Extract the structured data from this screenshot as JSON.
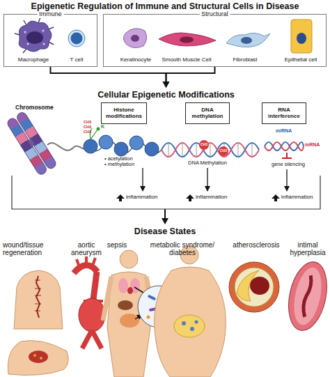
{
  "diagram": {
    "title": "Epigenetic Regulation of Immune and Structural Cells in Disease",
    "nodes": [
      {
        "text": [
          "Immune"
        ]
      },
      {
        "text": [
          "Structural"
        ]
      },
      {
        "text": [
          "Cellular Epigenetic Modifications"
        ]
      },
      {
        "text": [
          "Histone modifications"
        ],
        "in": 2
      },
      {
        "text": [
          "DNA methylation"
        ],
        "in": 2
      },
      {
        "text": [
          "RNA interference"
        ],
        "in": 2
      },
      {
        "text": [
          "Disease States"
        ]
      }
    ],
    "edges": [
      {
        "from": 0,
        "to": 2,
        "arrow": "to"
      },
      {
        "from": 1,
        "to": 2,
        "arrow": "to"
      },
      {
        "from": 2,
        "to": 6,
        "arrow": "to"
      }
    ],
    "labels": [
      "Macrophage",
      "T cell",
      "Keratinocyte",
      "Smooth Muscle Cell",
      "Fibroblast",
      "Epithelial cell",
      "Chromosome",
      "CH3",
      "CH3",
      "CH3",
      "K",
      "• acetylation",
      "• methylation",
      "CH3",
      "CH3",
      "DNA Methylation",
      "miRNA",
      "mRNA",
      "gene silencing",
      "inflammation",
      "inflammation",
      "inflammation",
      "wound/tissue regeneration",
      "aortic aneurysm",
      "sepsis",
      "metabolic syndrome/ diabetes",
      "atherosclerosis",
      "intimal hyperplasia"
    ]
  }
}
